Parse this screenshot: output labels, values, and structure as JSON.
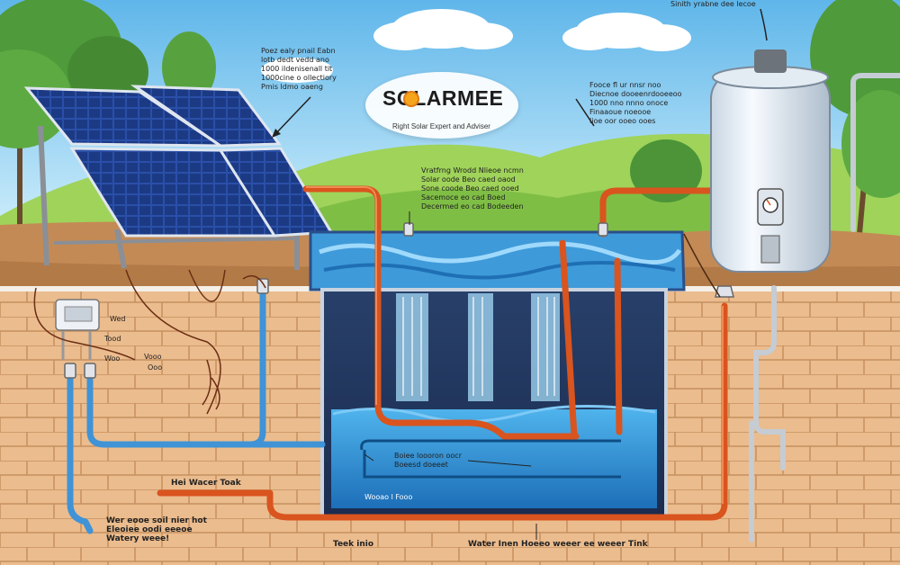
{
  "brand": {
    "logo": "SOLARMEE",
    "tagline": "Right Solar Expert and Adviser",
    "accent": "#f4a51c"
  },
  "labels": {
    "panel_note": "Poez ealy pnail Eabn\nlotb dedt vedd ano\n1000 ildenisenall tit\n1000cine o ollectiory\nPmis ldmo oaeng",
    "tank_inlet_note": "Vratfrng Wrodd Nlieoe ncmn\nSolar oode Beo caed oaod\nSone coode Beo caed ooed\nSacemoce eo cad Boed\nDecermed eo cad Bodeeden",
    "heater_note": "Fooce fl ur nnsr noo\nDiecnoe dooeenrdooeeoo\n1000 nno nnno onoce\nFinaaoue noeooe\nlioe oor ooeo ooes",
    "top_right_note": "Sinith yrabne dee lecoe",
    "controller_note_1": "Wed",
    "controller_note_2": "Tood",
    "controller_note_3": "Woo",
    "soil_note_1": "Vooo",
    "soil_note_2": "Ooo",
    "tank_inner_note": "Boiee loooron oocr\nBoeesd doeeet",
    "tank_bottom_note": "Wooao l Fooo",
    "hot_water_tank": "Hei Wacer Toak",
    "bottom_left_note": "Wer eooe soil nier hot\nEleoiee oodi eeeoe\nWatery weee!",
    "tank_into": "Teek inio",
    "water_flow": "Water Inen Hoeeo weeer ee weeer Tink"
  },
  "icons": [
    "solar-panel-icon",
    "controller-icon",
    "water-heater-icon",
    "pressure-gauge-icon",
    "valve-icon",
    "sun-icon",
    "cloud-icon",
    "tree-icon"
  ],
  "colors": {
    "sky": "#8fd0f0",
    "hill": "#8cc94e",
    "soil": "#c58a56",
    "brick": "#e9b98a",
    "water": "#3c9ad8",
    "hot_pipe": "#d9541e",
    "cold_pipe": "#3f93d6",
    "panel": "#1f3d8a"
  }
}
